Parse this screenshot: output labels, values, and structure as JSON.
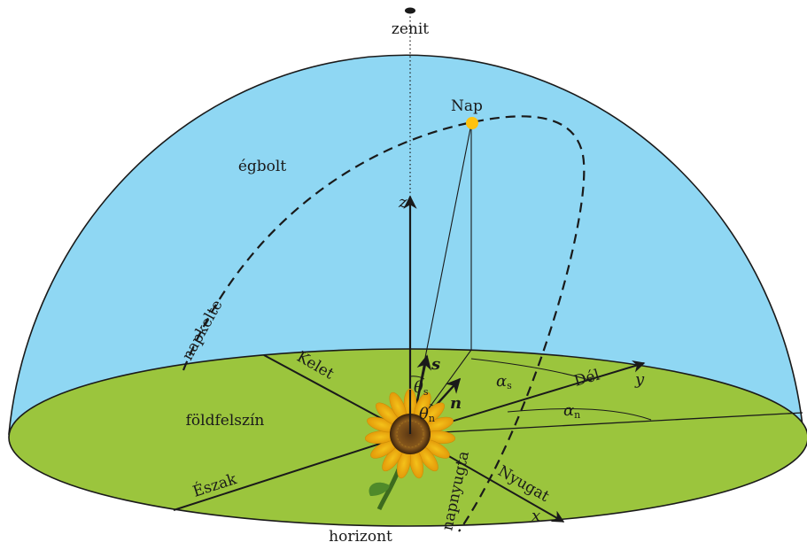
{
  "labels": {
    "zenith": "zenit",
    "sun": "Nap",
    "sky": "égbolt",
    "sunrise": "napkelte",
    "sunset": "napnyugta",
    "ground": "földfelszín",
    "horizon": "horizont",
    "east": "Kelet",
    "south": "Dél",
    "north": "Észak",
    "west": "Nyugat",
    "axis_x": "x",
    "axis_y": "y",
    "axis_z": "z",
    "vec_s": "s",
    "vec_n": "n",
    "theta": "θ",
    "alpha": "α",
    "sub_s": "s",
    "sub_n": "n"
  },
  "colors": {
    "sky": "#8fd7f3",
    "ground": "#9bc53d",
    "sun": "#ffc20e",
    "line": "#1a1a1a"
  }
}
